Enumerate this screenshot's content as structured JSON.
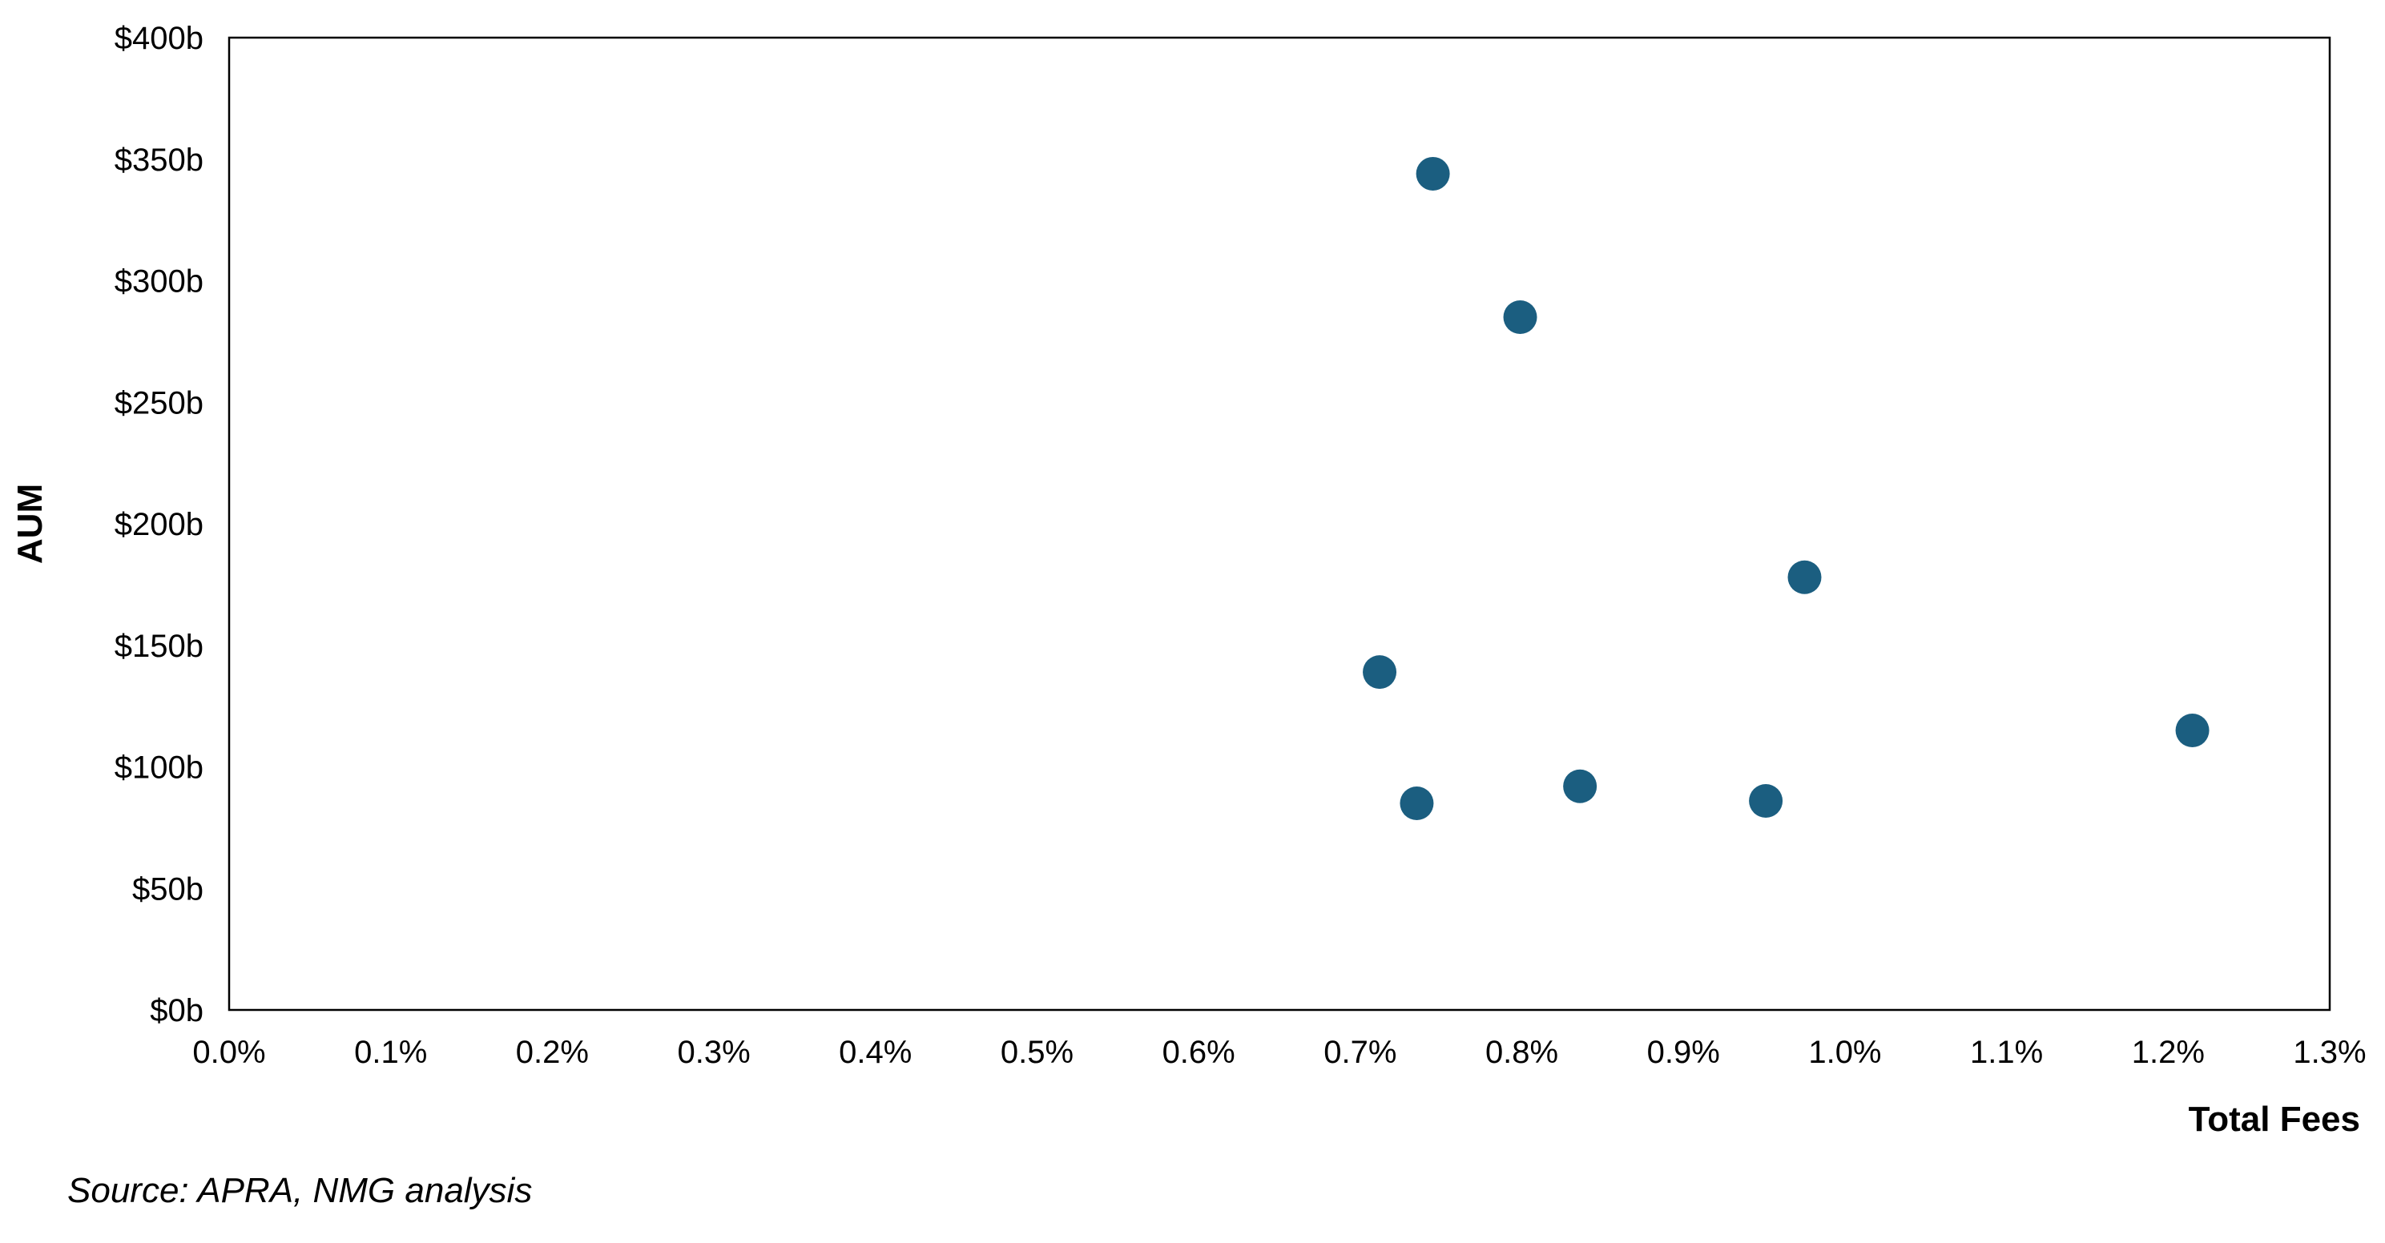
{
  "chart_data": {
    "type": "scatter",
    "title": "",
    "xlabel": "Total Fees",
    "ylabel": "AUM",
    "xlim": [
      0.0,
      1.3
    ],
    "ylim": [
      0,
      400
    ],
    "x_ticks": [
      "0.0%",
      "0.1%",
      "0.2%",
      "0.3%",
      "0.4%",
      "0.5%",
      "0.6%",
      "0.7%",
      "0.8%",
      "0.9%",
      "1.0%",
      "1.1%",
      "1.2%",
      "1.3%"
    ],
    "y_ticks": [
      "$0b",
      "$50b",
      "$100b",
      "$150b",
      "$200b",
      "$250b",
      "$300b",
      "$350b",
      "$400b"
    ],
    "x_unit": "% total fees",
    "y_unit": "$b AUM",
    "grid": false,
    "legend": "none",
    "points": [
      {
        "x": 0.745,
        "y": 344
      },
      {
        "x": 0.799,
        "y": 285
      },
      {
        "x": 0.975,
        "y": 178
      },
      {
        "x": 0.712,
        "y": 139
      },
      {
        "x": 1.215,
        "y": 115
      },
      {
        "x": 0.836,
        "y": 92
      },
      {
        "x": 0.735,
        "y": 85
      },
      {
        "x": 0.951,
        "y": 86
      }
    ],
    "marker_color": "#1B5E80"
  },
  "source": "Source: APRA, NMG analysis"
}
